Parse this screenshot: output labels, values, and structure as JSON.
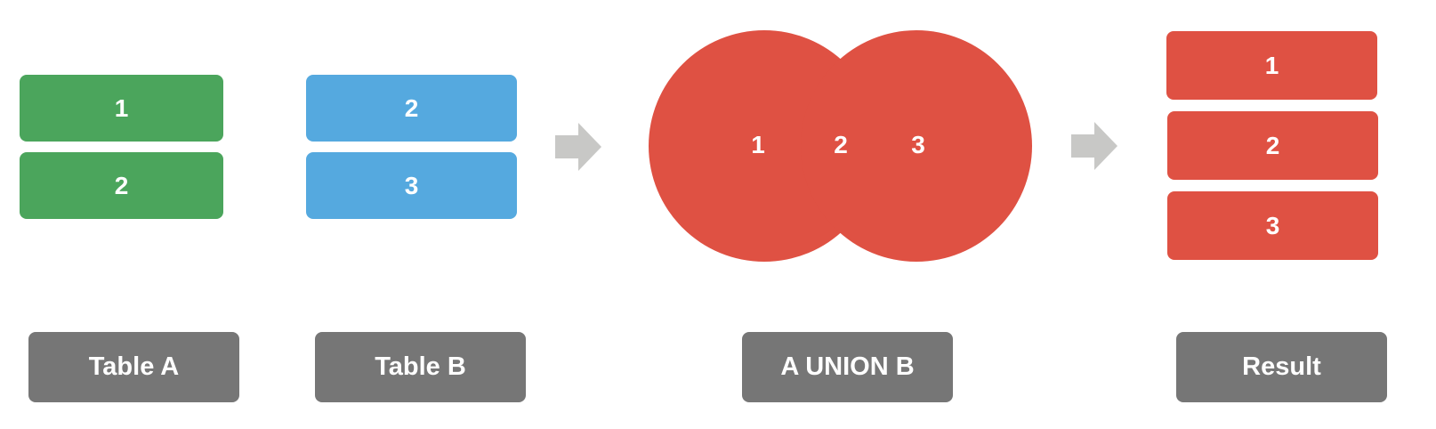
{
  "colors": {
    "table_a": "#4ba55c",
    "table_b": "#55a9df",
    "union": "#df5143",
    "label_bg": "#767676",
    "arrow": "#c8c8c6"
  },
  "table_a": {
    "rows": [
      "1",
      "2"
    ],
    "label": "Table A"
  },
  "table_b": {
    "rows": [
      "2",
      "3"
    ],
    "label": "Table B"
  },
  "union": {
    "values": [
      "1",
      "2",
      "3"
    ],
    "label": "A UNION B"
  },
  "result": {
    "rows": [
      "1",
      "2",
      "3"
    ],
    "label": "Result"
  },
  "icons": {
    "arrow_1": "arrow-right-icon",
    "arrow_2": "arrow-right-icon"
  }
}
